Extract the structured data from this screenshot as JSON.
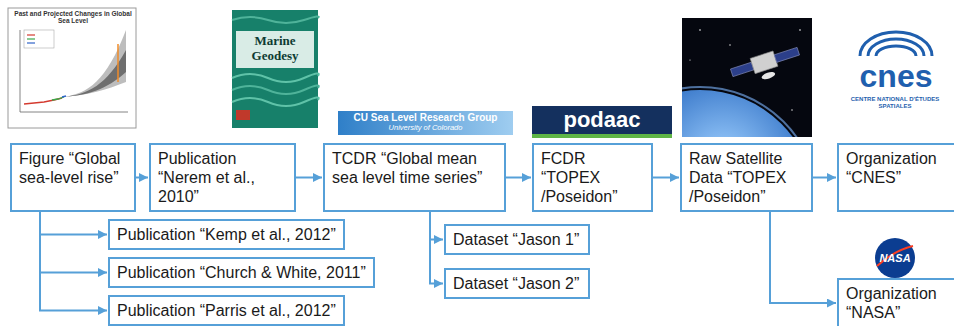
{
  "diagram": {
    "nodes": [
      {
        "text": [
          "Figure “Global sea-level rise”"
        ]
      },
      {
        "text": [
          "Publication “Nerem et al., 2010”"
        ]
      },
      {
        "text": [
          "TCDR “Global mean sea level time series”"
        ]
      },
      {
        "text": [
          "FCDR “TOPEX /Poseidon”"
        ]
      },
      {
        "text": [
          "Raw Satellite Data “TOPEX /Poseidon”"
        ]
      },
      {
        "text": [
          "Organization “CNES”"
        ]
      },
      {
        "text": [
          "Publication “Kemp et al., 2012”"
        ]
      },
      {
        "text": [
          "Publication “Church & White, 2011”"
        ]
      },
      {
        "text": [
          "Publication “Parris et al., 2012”"
        ]
      },
      {
        "text": [
          "Dataset “Jason 1”"
        ]
      },
      {
        "text": [
          "Dataset “Jason 2”"
        ]
      },
      {
        "text": [
          "Organization “NASA”"
        ]
      }
    ],
    "edges": [
      {
        "from": 0,
        "to": 1,
        "arrow": "to"
      },
      {
        "from": 1,
        "to": 2,
        "arrow": "to"
      },
      {
        "from": 2,
        "to": 3,
        "arrow": "to"
      },
      {
        "from": 3,
        "to": 4,
        "arrow": "to"
      },
      {
        "from": 4,
        "to": 5,
        "arrow": "to"
      },
      {
        "from": 0,
        "to": 6,
        "arrow": "to"
      },
      {
        "from": 0,
        "to": 7,
        "arrow": "to"
      },
      {
        "from": 0,
        "to": 8,
        "arrow": "to"
      },
      {
        "from": 2,
        "to": 9,
        "arrow": "to"
      },
      {
        "from": 2,
        "to": 10,
        "arrow": "to"
      },
      {
        "from": 4,
        "to": 11,
        "arrow": "to"
      }
    ],
    "labels": [
      "Past and Projected Changes in Global Sea Level",
      "Marine Geodesy",
      "CU Sea Level Research Group",
      "University of Colorado",
      "podaac",
      "cnes",
      "CENTRE NATIONAL D'ÉTUDES SPATIALES",
      "NASA"
    ]
  }
}
